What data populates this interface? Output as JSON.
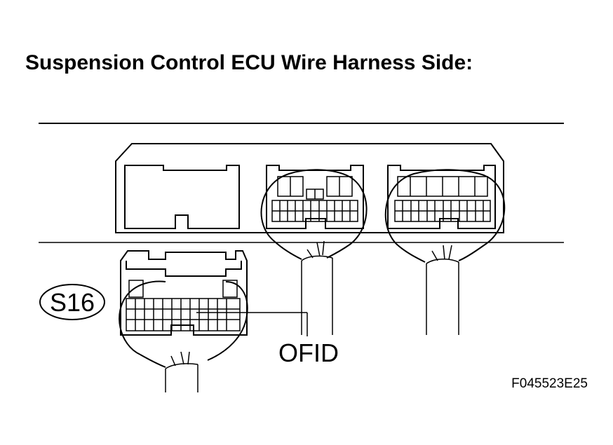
{
  "title": "Suspension Control ECU Wire Harness Side:",
  "connector": {
    "code": "S16"
  },
  "terminal": {
    "name": "OFID"
  },
  "figure_id": "F045523E25"
}
